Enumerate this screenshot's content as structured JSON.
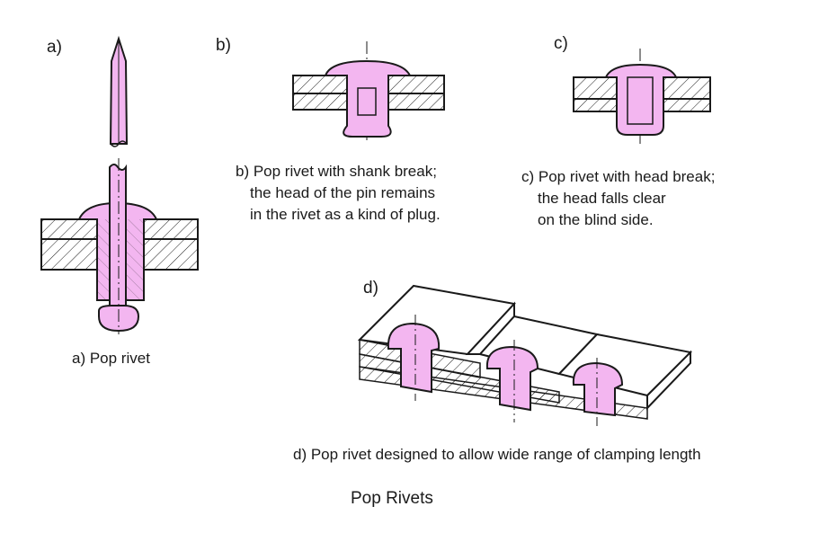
{
  "title": "Pop Rivets",
  "colors": {
    "rivet_fill": "#f3b6f0",
    "line": "#1a1a1a",
    "hatch": "#1a1a1a"
  },
  "panels": {
    "a": {
      "letter": "a)",
      "caption": [
        "a) Pop rivet"
      ]
    },
    "b": {
      "letter": "b)",
      "caption": [
        "b) Pop rivet with shank break;",
        "the head of the pin remains",
        "in the rivet as a kind of plug."
      ]
    },
    "c": {
      "letter": "c)",
      "caption": [
        "c) Pop rivet with head break;",
        "the head falls clear",
        "on the blind side."
      ]
    },
    "d": {
      "letter": "d)",
      "caption": [
        "d) Pop rivet designed to allow wide range of clamping length"
      ]
    }
  }
}
